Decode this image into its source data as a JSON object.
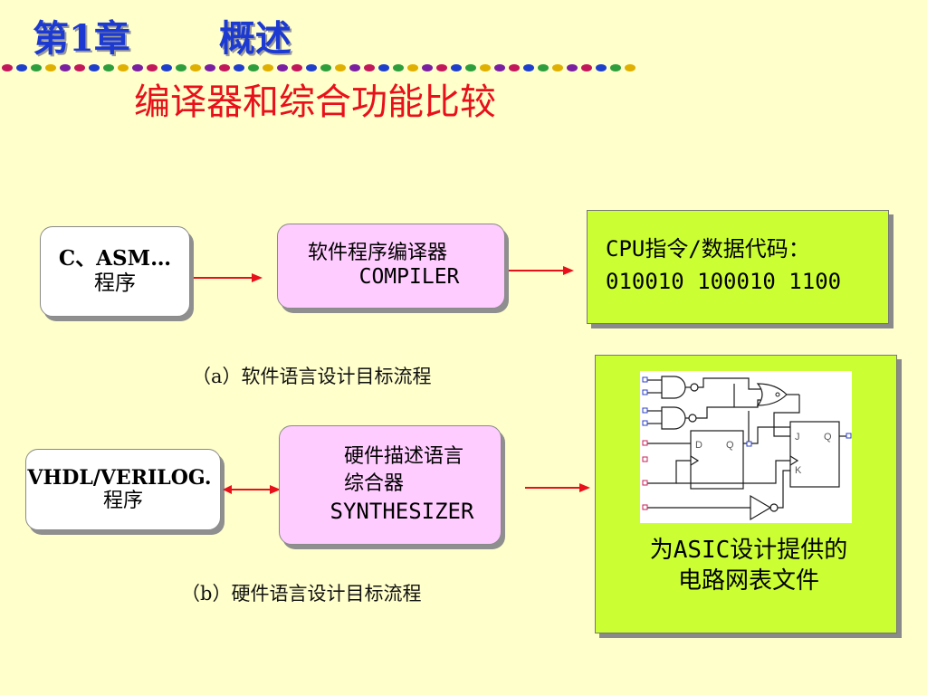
{
  "header": {
    "chapter": "第1章",
    "chapter_title": "概述",
    "subtitle": "编译器和综合功能比较"
  },
  "software_flow": {
    "source_line1": "C、ASM…",
    "source_line2": "程序",
    "tool_line1": "软件程序编译器",
    "tool_line2": "COMPILER",
    "output_line1": "CPU指令/数据代码：",
    "output_line2": "010010 100010 1100",
    "caption": "（a）软件语言设计目标流程"
  },
  "hardware_flow": {
    "source_line1": "VHDL/VERILOG.",
    "source_line2": "程序",
    "tool_line1": "硬件描述语言",
    "tool_line2": "综合器",
    "tool_line3": "SYNTHESIZER",
    "output_line1": "为ASIC设计提供的",
    "output_line2": "电路网表文件",
    "caption": "（b）硬件语言设计目标流程"
  },
  "netlist": {
    "ff1_d": "D",
    "ff1_q": "Q",
    "ff2_j": "J",
    "ff2_q": "Q",
    "ff2_k": "K"
  },
  "colors": {
    "title": "#1c3ad1",
    "subtitle": "#e8101a",
    "arrow": "#e8101a",
    "output_box": "#ccff33",
    "tool_box": "#ffccff",
    "background": "#ffffcc"
  }
}
